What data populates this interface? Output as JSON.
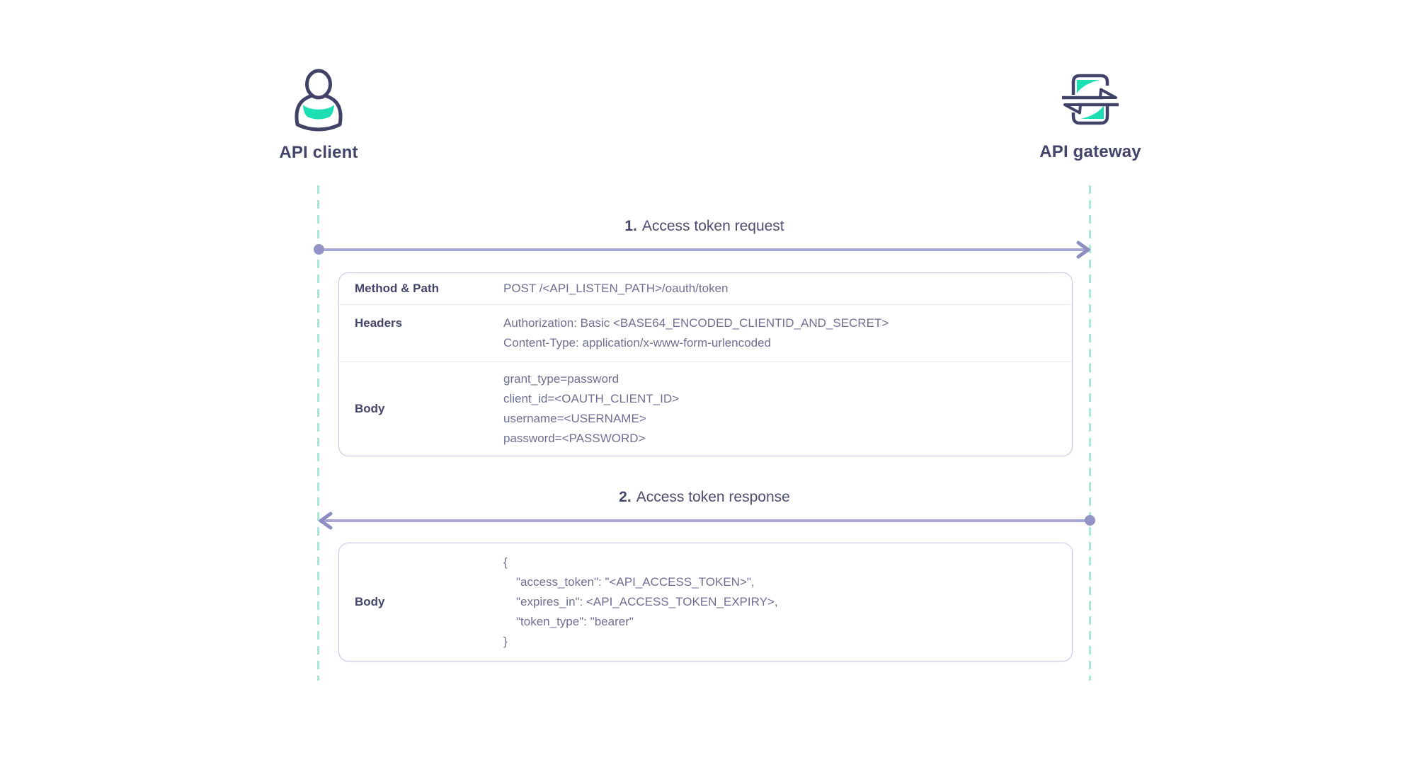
{
  "colors": {
    "teal_accent": "#1BDEB2",
    "lifeline_teal": "#A9E8D8",
    "arrow_line": "#A7A7D3",
    "arrow_marker": "#9393C6",
    "ink_dark": "#45456B",
    "ink_muted": "#6F6F94",
    "table_border": "#C8C3E4",
    "row_divider": "#EAE8F5"
  },
  "actors": {
    "client": {
      "label": "API client"
    },
    "gateway": {
      "label": "API gateway"
    }
  },
  "messages": [
    {
      "number": "1.",
      "title": "Access token request",
      "direction": "right",
      "rows": [
        {
          "label": "Method & Path",
          "lines": [
            "POST /<API_LISTEN_PATH>/oauth/token"
          ]
        },
        {
          "label": "Headers",
          "lines": [
            "Authorization: Basic <BASE64_ENCODED_CLIENTID_AND_SECRET>",
            "Content-Type: application/x-www-form-urlencoded"
          ]
        },
        {
          "label": "Body",
          "lines": [
            "grant_type=password",
            "client_id=<OAUTH_CLIENT_ID>",
            "username=<USERNAME>",
            "password=<PASSWORD>"
          ]
        }
      ]
    },
    {
      "number": "2.",
      "title": "Access token response",
      "direction": "left",
      "rows": [
        {
          "label": "Body",
          "lines": [
            "{",
            "\"access_token\": \"<API_ACCESS_TOKEN>\",",
            "\"expires_in\": <API_ACCESS_TOKEN_EXPIRY>,",
            "\"token_type\": \"bearer\"",
            "}"
          ]
        }
      ]
    }
  ]
}
